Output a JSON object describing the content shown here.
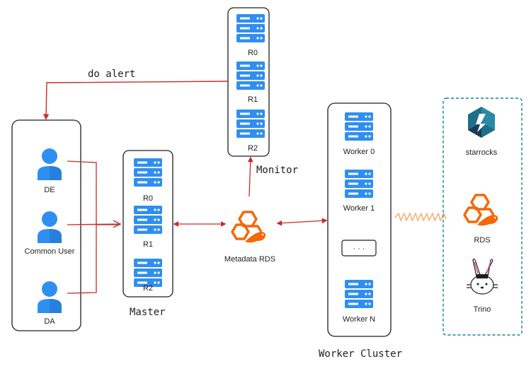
{
  "labels": {
    "do_alert": "do alert",
    "monitor": "Monitor",
    "master": "Master",
    "worker_cluster": "Worker Cluster",
    "metadata_rds": "Metadata RDS"
  },
  "monitor_nodes": [
    "R0",
    "R1",
    "R2"
  ],
  "master_nodes": [
    "R0",
    "R1",
    "R2"
  ],
  "users": [
    "DE",
    "Common User",
    "DA"
  ],
  "workers": [
    "Worker 0",
    "Worker 1",
    "Worker N"
  ],
  "workers_ellipsis": "· · ·",
  "integrations": [
    "starrocks",
    "RDS",
    "Trino"
  ],
  "icons": {
    "server": "server-icon",
    "user": "user-icon",
    "rds": "rds-icon",
    "starrocks": "starrocks-icon",
    "trino": "trino-icon"
  },
  "colors": {
    "server_blue": "#2f8ff0",
    "arrow_red": "#c92a2a",
    "rds_orange": "#f76707",
    "dashed_teal": "#0c8599",
    "squiggle": "#f4b37a",
    "starrocks_teal": "#1e6f87",
    "starrocks_dark": "#1b3a57"
  }
}
